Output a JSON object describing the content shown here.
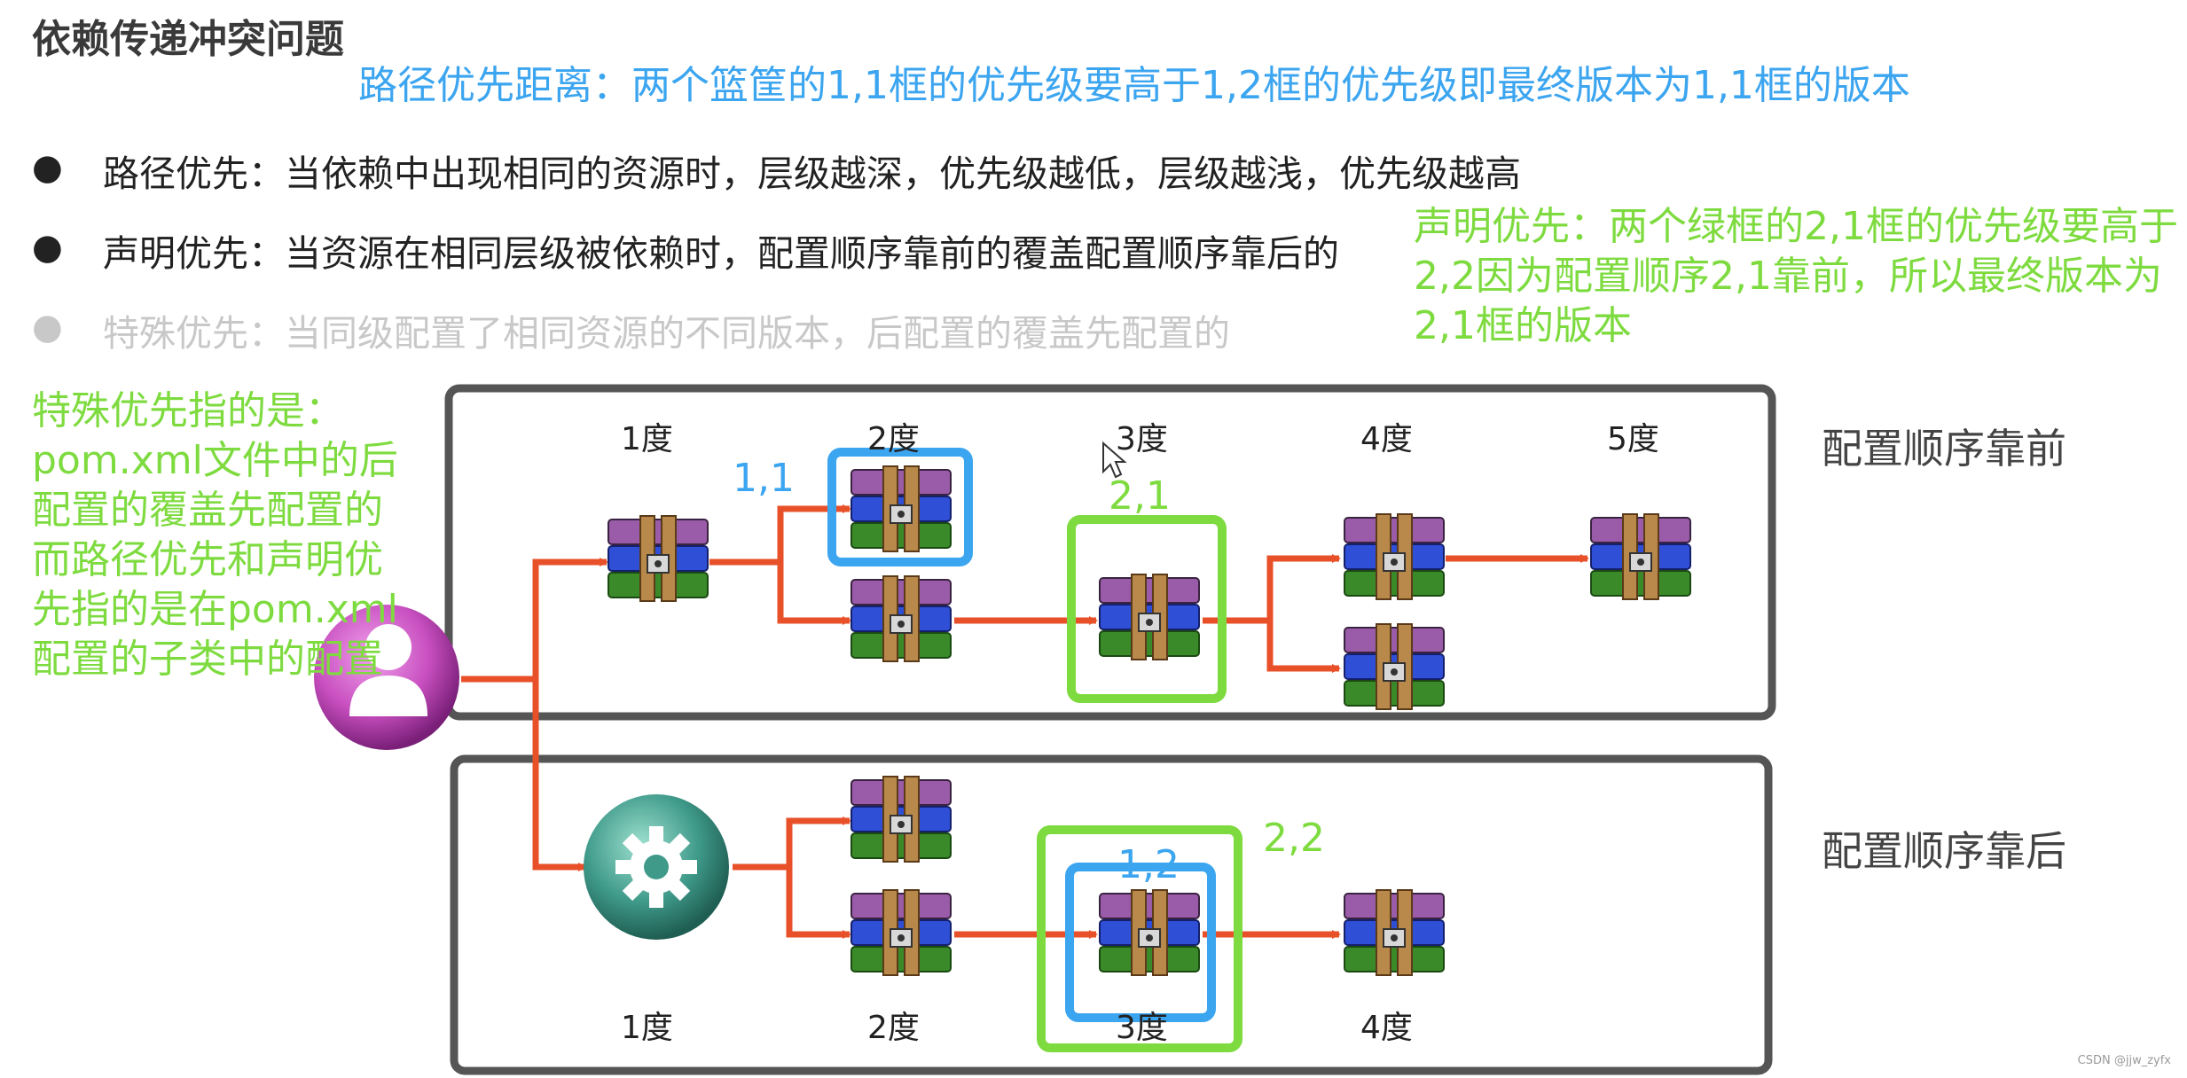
{
  "title": "依赖传递冲突问题",
  "path_note": "路径优先距离：两个篮筐的1,1框的优先级要高于1,2框的优先级即最终版本为1,1框的版本",
  "bullets": [
    "路径优先：当依赖中出现相同的资源时，层级越深，优先级越低，层级越浅，优先级越高",
    "声明优先：当资源在相同层级被依赖时，配置顺序靠前的覆盖配置顺序靠后的",
    "特殊优先：当同级配置了相同资源的不同版本，后配置的覆盖先配置的"
  ],
  "bullet_symbol": "●",
  "declare_note": "声明优先：两个绿框的2,1框的优先级要高于2,2因为配置顺序2,1靠前，所以最终版本为2,1框的版本",
  "special_note": "特殊优先指的是：pom.xml文件中的后配置的覆盖先配置的而路径优先和声明优先指的是在pom.xml配置的子类中的配置",
  "side_labels": {
    "top": "配置顺序靠前",
    "bottom": "配置顺序靠后"
  },
  "top_levels": [
    "1度",
    "2度",
    "3度",
    "4度",
    "5度"
  ],
  "bottom_levels": [
    "1度",
    "2度",
    "3度",
    "4度"
  ],
  "box_labels": {
    "b11": "1,1",
    "b21": "2,1",
    "b12": "1,2",
    "b22": "2,2"
  },
  "credit": "CSDN @jjw_zyfx",
  "colors": {
    "blue": "#3ca5f0",
    "green": "#7edb3f",
    "arrow": "#e8502a",
    "frame": "#555555",
    "user_node": "#c84fc0",
    "gear_node": "#3f9a8a"
  },
  "icons": [
    "user-icon",
    "gear-icon",
    "archive-icon",
    "mouse-cursor-icon"
  ]
}
